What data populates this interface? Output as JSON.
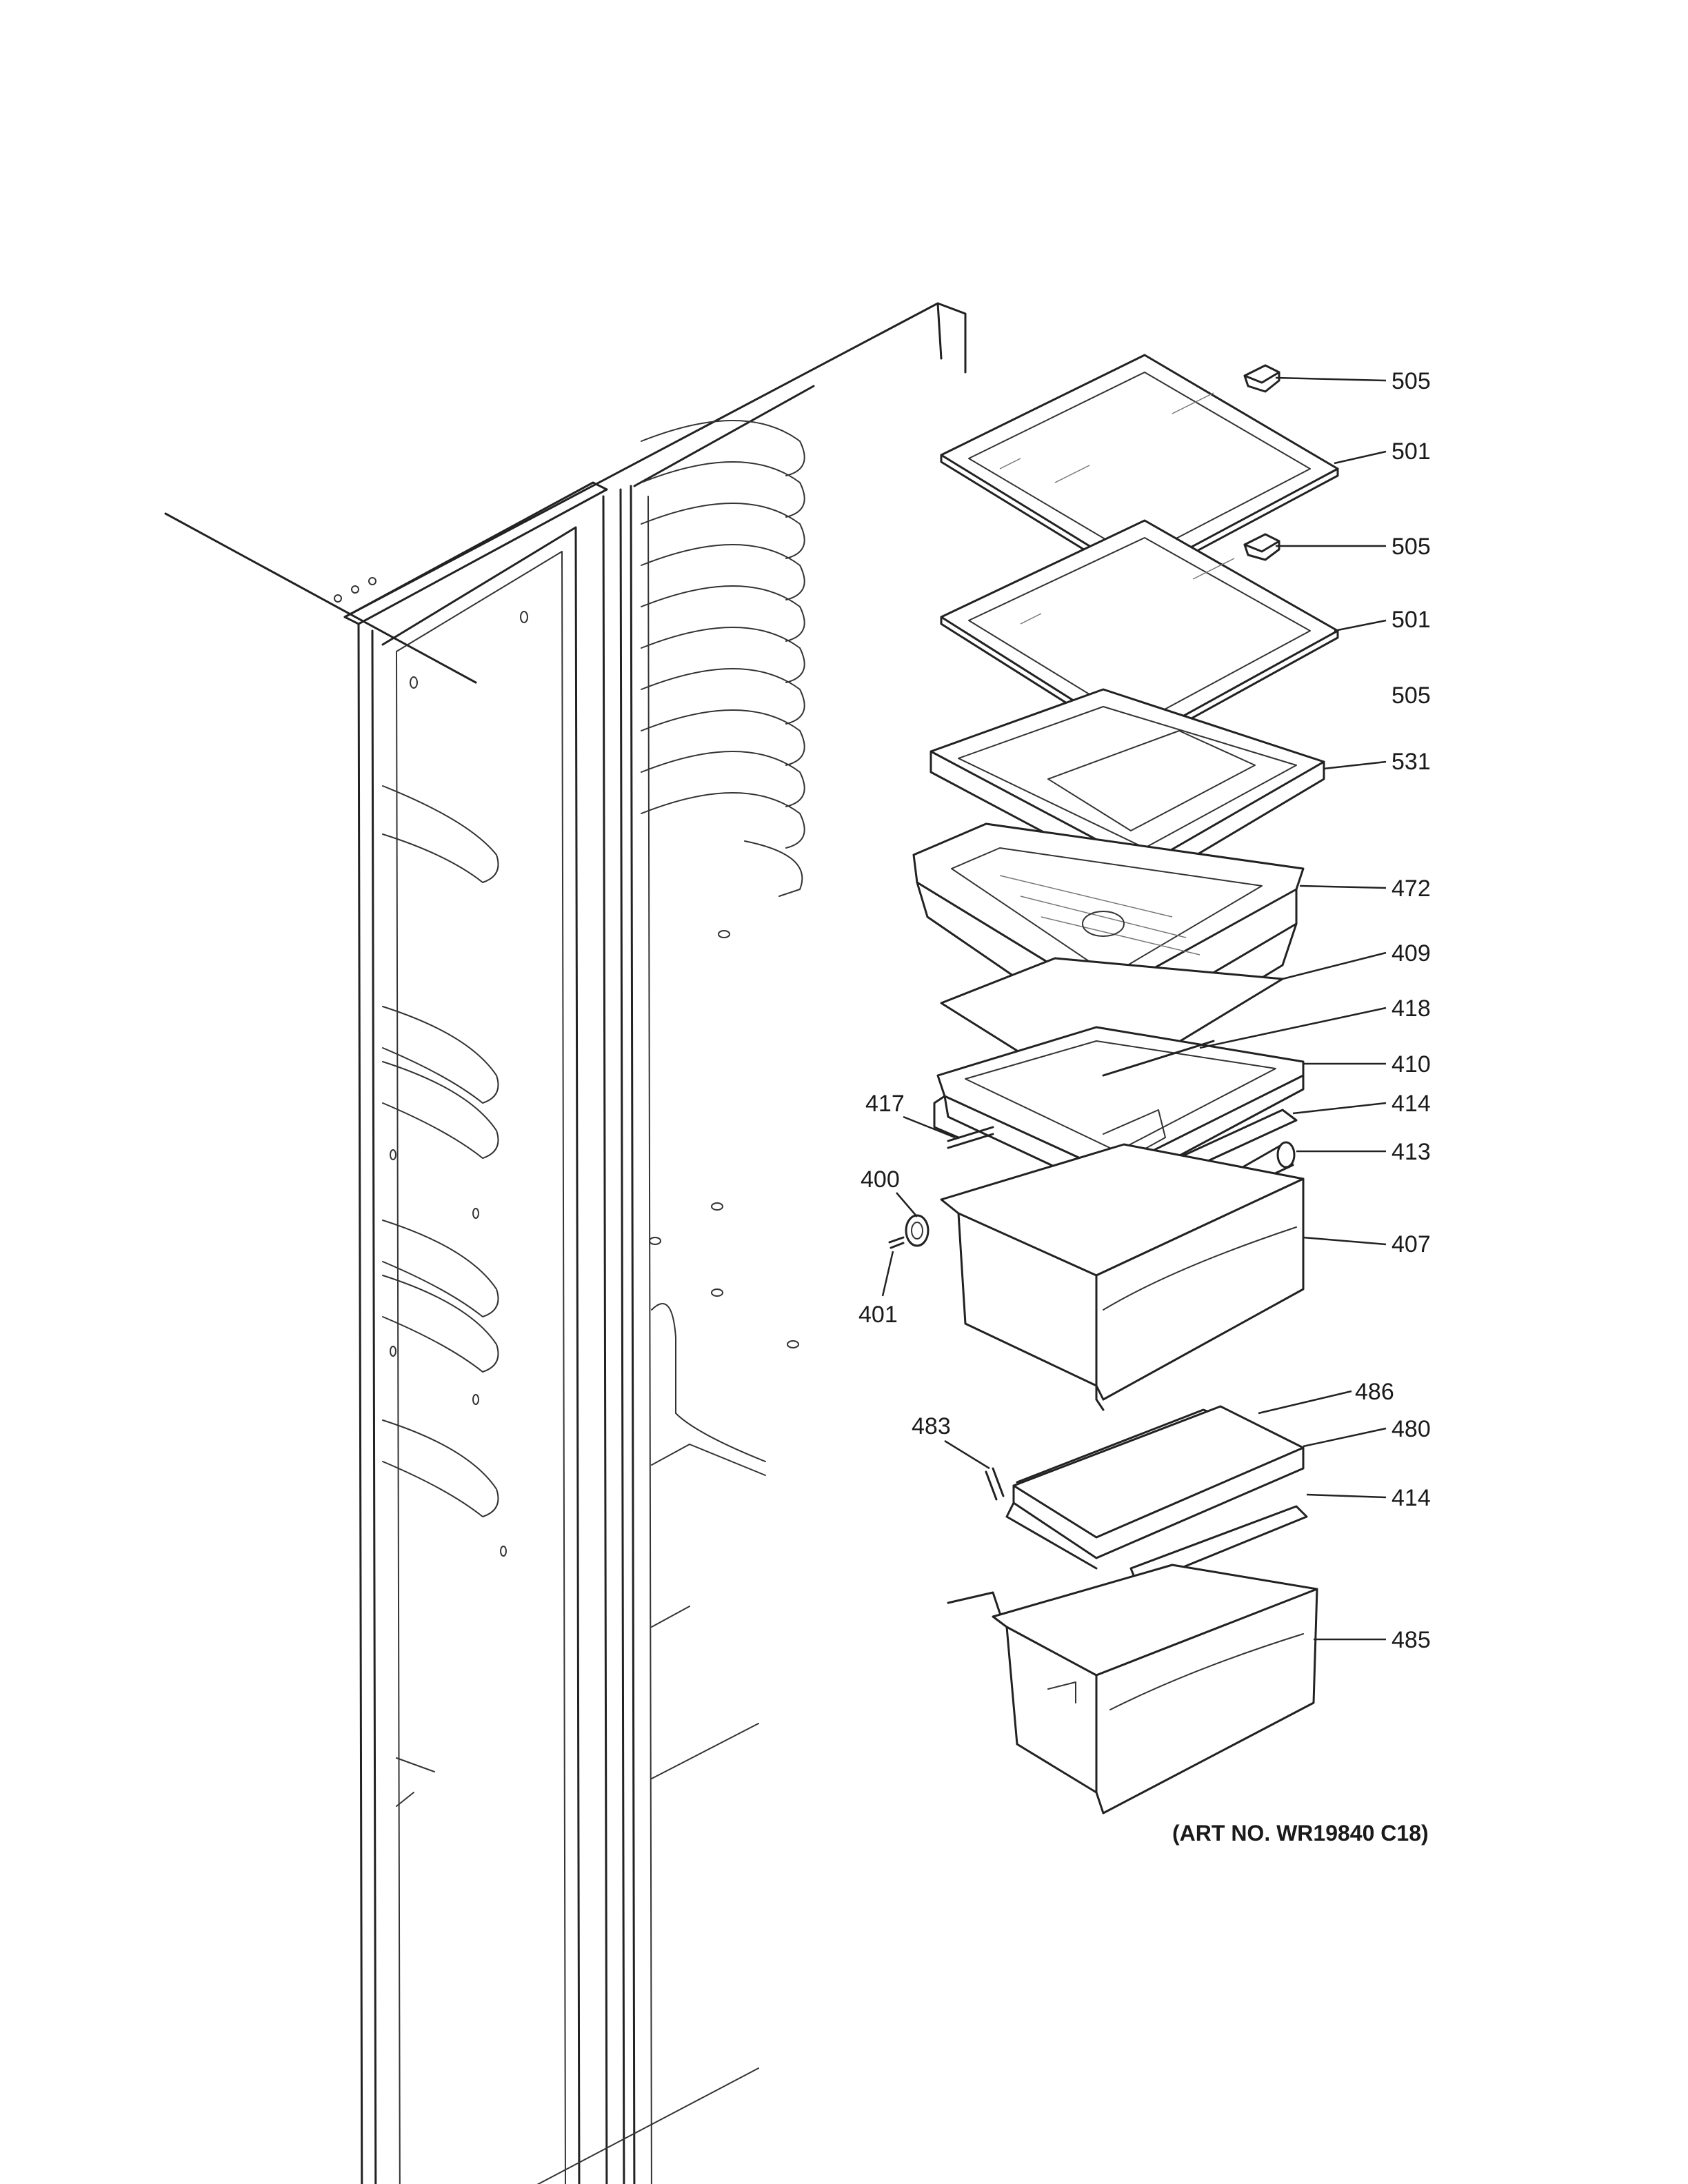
{
  "diagram": {
    "callouts": [
      {
        "id": "c-505-a",
        "number": "505"
      },
      {
        "id": "c-501-a",
        "number": "501"
      },
      {
        "id": "c-505-b",
        "number": "505"
      },
      {
        "id": "c-501-b",
        "number": "501"
      },
      {
        "id": "c-505-c",
        "number": "505"
      },
      {
        "id": "c-531",
        "number": "531"
      },
      {
        "id": "c-472",
        "number": "472"
      },
      {
        "id": "c-409",
        "number": "409"
      },
      {
        "id": "c-418",
        "number": "418"
      },
      {
        "id": "c-410",
        "number": "410"
      },
      {
        "id": "c-417",
        "number": "417"
      },
      {
        "id": "c-414-a",
        "number": "414"
      },
      {
        "id": "c-413",
        "number": "413"
      },
      {
        "id": "c-400",
        "number": "400"
      },
      {
        "id": "c-407",
        "number": "407"
      },
      {
        "id": "c-401",
        "number": "401"
      },
      {
        "id": "c-486",
        "number": "486"
      },
      {
        "id": "c-483",
        "number": "483"
      },
      {
        "id": "c-480",
        "number": "480"
      },
      {
        "id": "c-414-b",
        "number": "414"
      },
      {
        "id": "c-485",
        "number": "485"
      }
    ],
    "art_number": "(ART NO. WR19840 C18)"
  }
}
